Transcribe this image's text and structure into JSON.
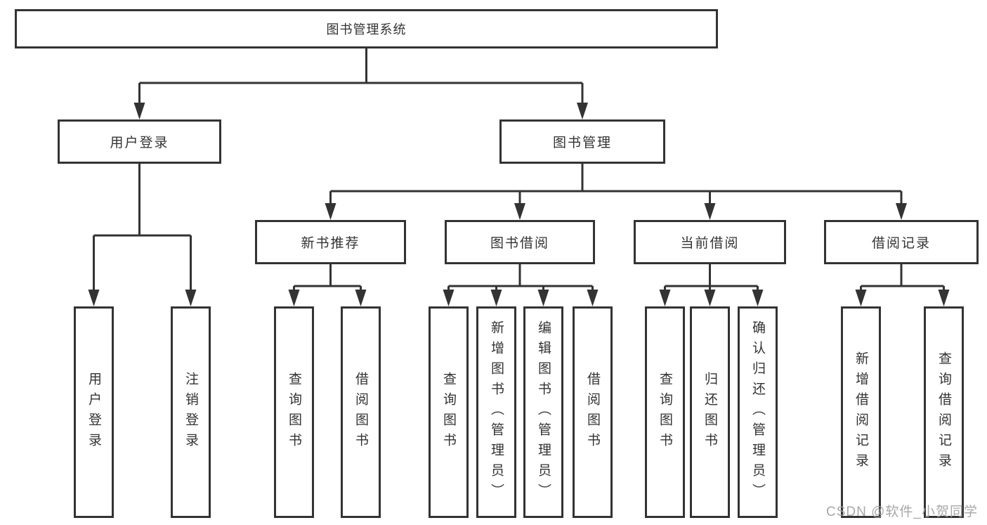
{
  "colors": {
    "line": "#333333",
    "text": "#333333",
    "watermark": "#a0a0a0",
    "background": "#ffffff"
  },
  "tree": {
    "root": {
      "label": "图书管理系统"
    },
    "branches": [
      {
        "label": "用户登录",
        "children": [
          "用户登录",
          "注销登录"
        ]
      },
      {
        "label": "图书管理",
        "children": [
          {
            "label": "新书推荐",
            "children": [
              "查询图书",
              "借阅图书"
            ]
          },
          {
            "label": "图书借阅",
            "children": [
              "查询图书",
              "新增图书（管理员）",
              "编辑图书（管理员）",
              "借阅图书"
            ]
          },
          {
            "label": "当前借阅",
            "children": [
              "查询图书",
              "归还图书",
              "确认归还（管理员）"
            ]
          },
          {
            "label": "借阅记录",
            "children": [
              "新增借阅记录",
              "查询借阅记录"
            ]
          }
        ]
      }
    ]
  },
  "watermark": {
    "text": "CSDN @软件_小贺同学"
  }
}
